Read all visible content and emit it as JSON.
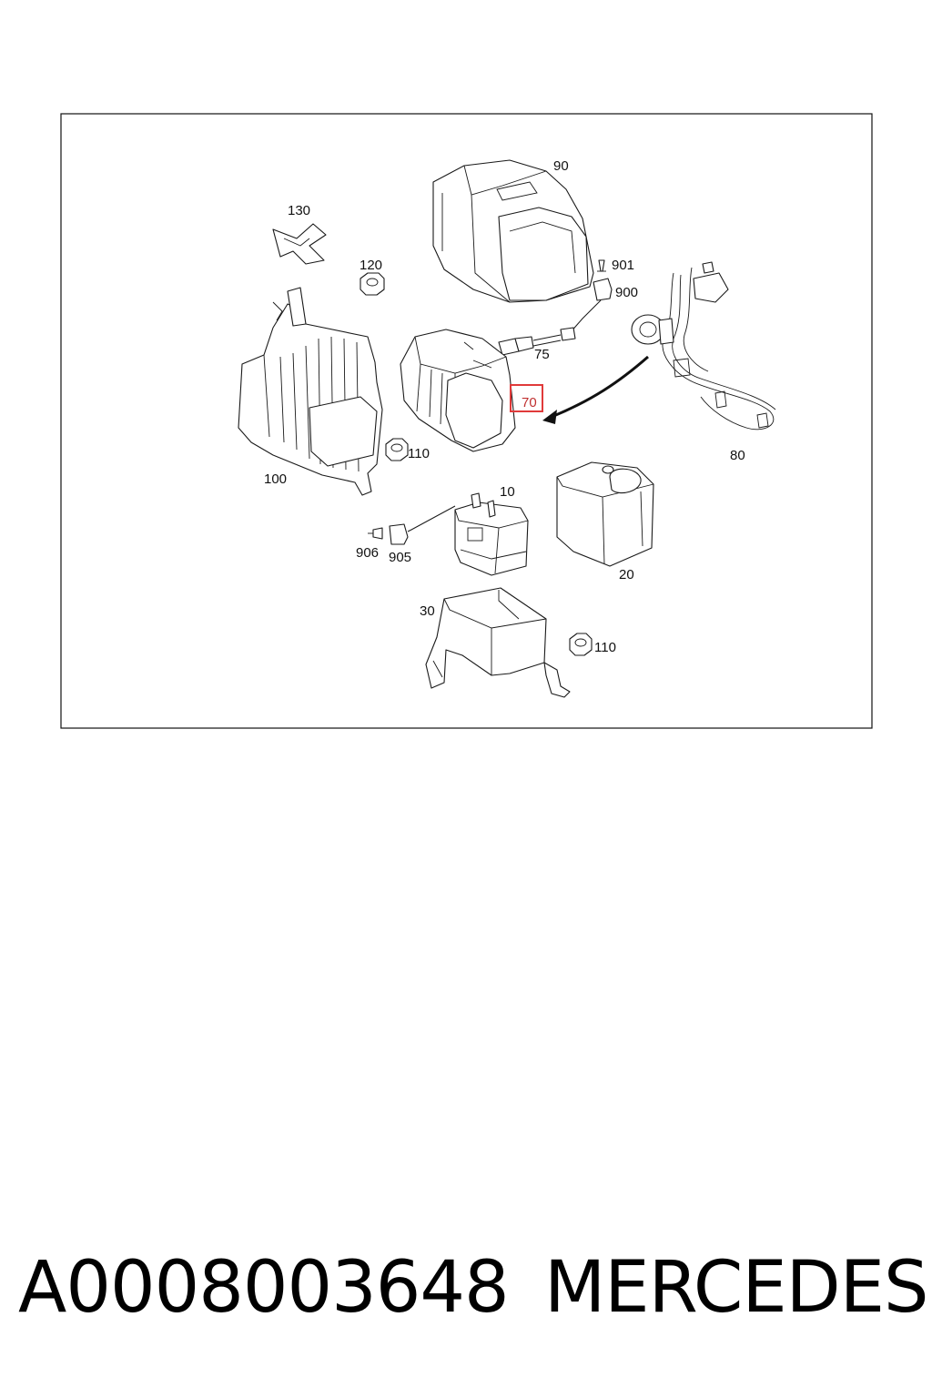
{
  "diagram": {
    "callouts": {
      "c90": "90",
      "c130": "130",
      "c120": "120",
      "c901": "901",
      "c900": "900",
      "c75": "75",
      "c70": "70",
      "c80": "80",
      "c110a": "110",
      "c100": "100",
      "c10": "10",
      "c906": "906",
      "c905": "905",
      "c20": "20",
      "c30": "30",
      "c110b": "110"
    },
    "highlighted_callout": "70",
    "highlight_color": "#e03a3a",
    "border_color": "#000000"
  },
  "footer": {
    "part_number": "A0008003648",
    "brand": "MERCEDES"
  }
}
